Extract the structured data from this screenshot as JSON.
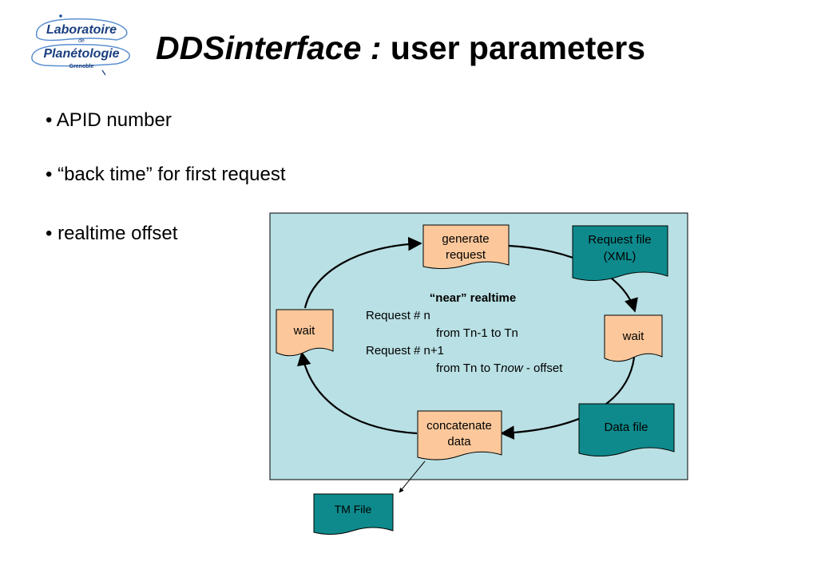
{
  "logo": {
    "line1": "Laboratoire",
    "line2": "de",
    "line3": "Planétologie",
    "line4": "Grenoble"
  },
  "title": {
    "italic_part": "DDSinterface :",
    "plain_part": "user parameters"
  },
  "bullets": [
    "• APID number",
    "• “back time” for first request",
    "• realtime offset"
  ],
  "diagram": {
    "generate": [
      "generate",
      "request"
    ],
    "wait_left": "wait",
    "wait_right": "wait",
    "concatenate": [
      "concatenate",
      "data"
    ],
    "request_file": [
      "Request file",
      "(XML)"
    ],
    "data_file": "Data file",
    "tm_file": "TM File",
    "center": {
      "heading": "“near” realtime",
      "line1": "Request # n",
      "line2": "from Tn-1 to Tn",
      "line3": "Request # n+1",
      "line4_prefix": "from Tn to T",
      "line4_italic": "now",
      "line4_suffix": " - offset"
    }
  },
  "colors": {
    "panel": "#b9e0e4",
    "process": "#fcc89b",
    "file": "#0e8a8c"
  }
}
